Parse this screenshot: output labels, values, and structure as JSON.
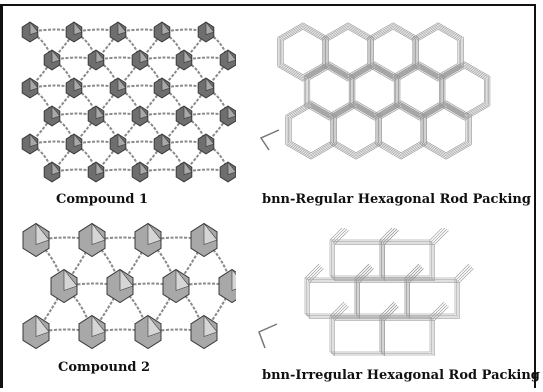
{
  "panels": [
    {
      "id": "compound-1",
      "caption": "Compound 1"
    },
    {
      "id": "bnn-regular",
      "caption_prefix": "bnn",
      "caption_rest": "-Regular Hexagonal Rod Packing"
    },
    {
      "id": "compound-2",
      "caption": "Compound 2"
    },
    {
      "id": "bnn-irregular",
      "caption_prefix": "bnn",
      "caption_rest": "-Irregular Hexagonal Rod Packing"
    }
  ],
  "colors": {
    "polyhedra_dark": "#6e6e6e",
    "polyhedra_light": "#a8a8a8",
    "ligand": "#8a8a8a",
    "rods": "#9a9a9a",
    "frame": "#111111"
  }
}
